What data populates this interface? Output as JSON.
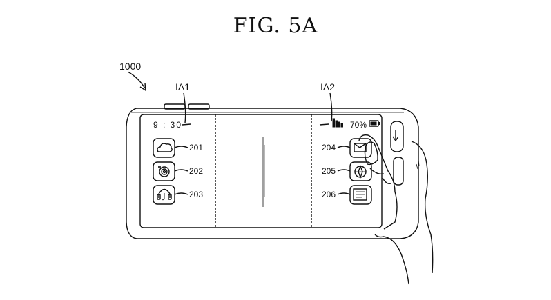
{
  "figure": {
    "title": "FIG. 5A"
  },
  "device": {
    "ref": "1000",
    "areas": {
      "left": "IA1",
      "right": "IA2"
    }
  },
  "status_bar": {
    "time": "9 : 30",
    "battery_percent": "70%"
  },
  "left_apps": [
    {
      "icon": "cloud-icon",
      "ref": "201"
    },
    {
      "icon": "camera-icon",
      "ref": "202"
    },
    {
      "icon": "headphones-icon",
      "ref": "203"
    }
  ],
  "right_apps": [
    {
      "icon": "mail-icon",
      "ref": "204"
    },
    {
      "icon": "compass-icon",
      "ref": "205"
    },
    {
      "icon": "gallery-icon",
      "ref": "206"
    }
  ]
}
